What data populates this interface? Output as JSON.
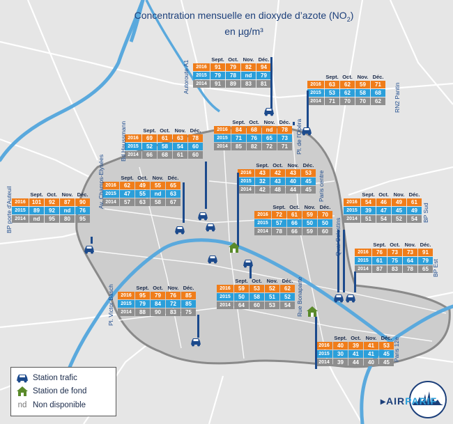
{
  "title": {
    "line1": "Concentration mensuelle en dioxyde d’azote (NO",
    "sub": "2",
    "line1_end": ")",
    "line2": "en µg/m³"
  },
  "months": [
    "Sept.",
    "Oct.",
    "Nov.",
    "Déc."
  ],
  "years": [
    "2016",
    "2015",
    "2014"
  ],
  "colors": {
    "2016": "#f07d1a",
    "2015": "#2b9fda",
    "2014": "#8e8e8e",
    "river": "#5aa9dd",
    "city": "#cfcfcf",
    "station": "#1c4a8c",
    "background_station": "#5a8a2a"
  },
  "stations": [
    {
      "name": "Autoroute A1",
      "values": {
        "2016": [
          "91",
          "79",
          "82",
          "94"
        ],
        "2015": [
          "79",
          "78",
          "nd",
          "79"
        ],
        "2014": [
          "91",
          "89",
          "83",
          "81"
        ]
      }
    },
    {
      "name": "RN2 Pantin",
      "values": {
        "2016": [
          "63",
          "62",
          "59",
          "71"
        ],
        "2015": [
          "53",
          "62",
          "58",
          "68"
        ],
        "2014": [
          "71",
          "70",
          "70",
          "62"
        ]
      }
    },
    {
      "name": "Bd Haussmann",
      "values": {
        "2016": [
          "69",
          "61",
          "63",
          "78"
        ],
        "2015": [
          "52",
          "58",
          "54",
          "60"
        ],
        "2014": [
          "66",
          "68",
          "61",
          "60"
        ]
      }
    },
    {
      "name": "Pl. de l'Opéra",
      "values": {
        "2016": [
          "84",
          "68",
          "nd",
          "78"
        ],
        "2015": [
          "71",
          "76",
          "65",
          "73"
        ],
        "2014": [
          "85",
          "82",
          "72",
          "71"
        ]
      }
    },
    {
      "name": "Paris centre",
      "values": {
        "2016": [
          "43",
          "42",
          "43",
          "53"
        ],
        "2015": [
          "32",
          "43",
          "40",
          "45"
        ],
        "2014": [
          "42",
          "48",
          "44",
          "45"
        ]
      }
    },
    {
      "name": "Av. Champs-Elysées",
      "values": {
        "2016": [
          "62",
          "49",
          "55",
          "65"
        ],
        "2015": [
          "47",
          "55",
          "nd",
          "63"
        ],
        "2014": [
          "57",
          "63",
          "58",
          "67"
        ]
      }
    },
    {
      "name": "BP porte d'Auteuil",
      "values": {
        "2016": [
          "101",
          "92",
          "87",
          "90"
        ],
        "2015": [
          "89",
          "92",
          "nd",
          "76"
        ],
        "2014": [
          "nd",
          "95",
          "80",
          "95"
        ]
      }
    },
    {
      "name": "Quai Celestins",
      "values": {
        "2016": [
          "72",
          "61",
          "59",
          "70"
        ],
        "2015": [
          "57",
          "66",
          "50",
          "50"
        ],
        "2014": [
          "78",
          "66",
          "59",
          "60"
        ]
      }
    },
    {
      "name": "BP Sud",
      "values": {
        "2016": [
          "54",
          "46",
          "49",
          "61"
        ],
        "2015": [
          "39",
          "47",
          "45",
          "49"
        ],
        "2014": [
          "51",
          "54",
          "52",
          "54"
        ]
      }
    },
    {
      "name": "BP Est",
      "values": {
        "2016": [
          "76",
          "73",
          "73",
          "91"
        ],
        "2015": [
          "61",
          "75",
          "64",
          "79"
        ],
        "2014": [
          "87",
          "83",
          "78",
          "65"
        ]
      }
    },
    {
      "name": "Rue Bonaparte",
      "values": {
        "2016": [
          "59",
          "53",
          "52",
          "62"
        ],
        "2015": [
          "50",
          "58",
          "51",
          "52"
        ],
        "2014": [
          "64",
          "60",
          "53",
          "54"
        ]
      }
    },
    {
      "name": "Pl. Victor Basch",
      "values": {
        "2016": [
          "95",
          "79",
          "76",
          "85"
        ],
        "2015": [
          "79",
          "84",
          "72",
          "85"
        ],
        "2014": [
          "88",
          "90",
          "83",
          "75"
        ]
      }
    },
    {
      "name": "Paris 12e",
      "values": {
        "2016": [
          "40",
          "39",
          "41",
          "53"
        ],
        "2015": [
          "30",
          "41",
          "41",
          "45"
        ],
        "2014": [
          "39",
          "44",
          "40",
          "45"
        ]
      }
    }
  ],
  "legend": {
    "traffic": "Station trafic",
    "background": "Station de fond",
    "nd_code": "nd",
    "nd_label": "Non disponible"
  },
  "logo": {
    "part1": "AIR",
    "part2": "PARIF"
  }
}
